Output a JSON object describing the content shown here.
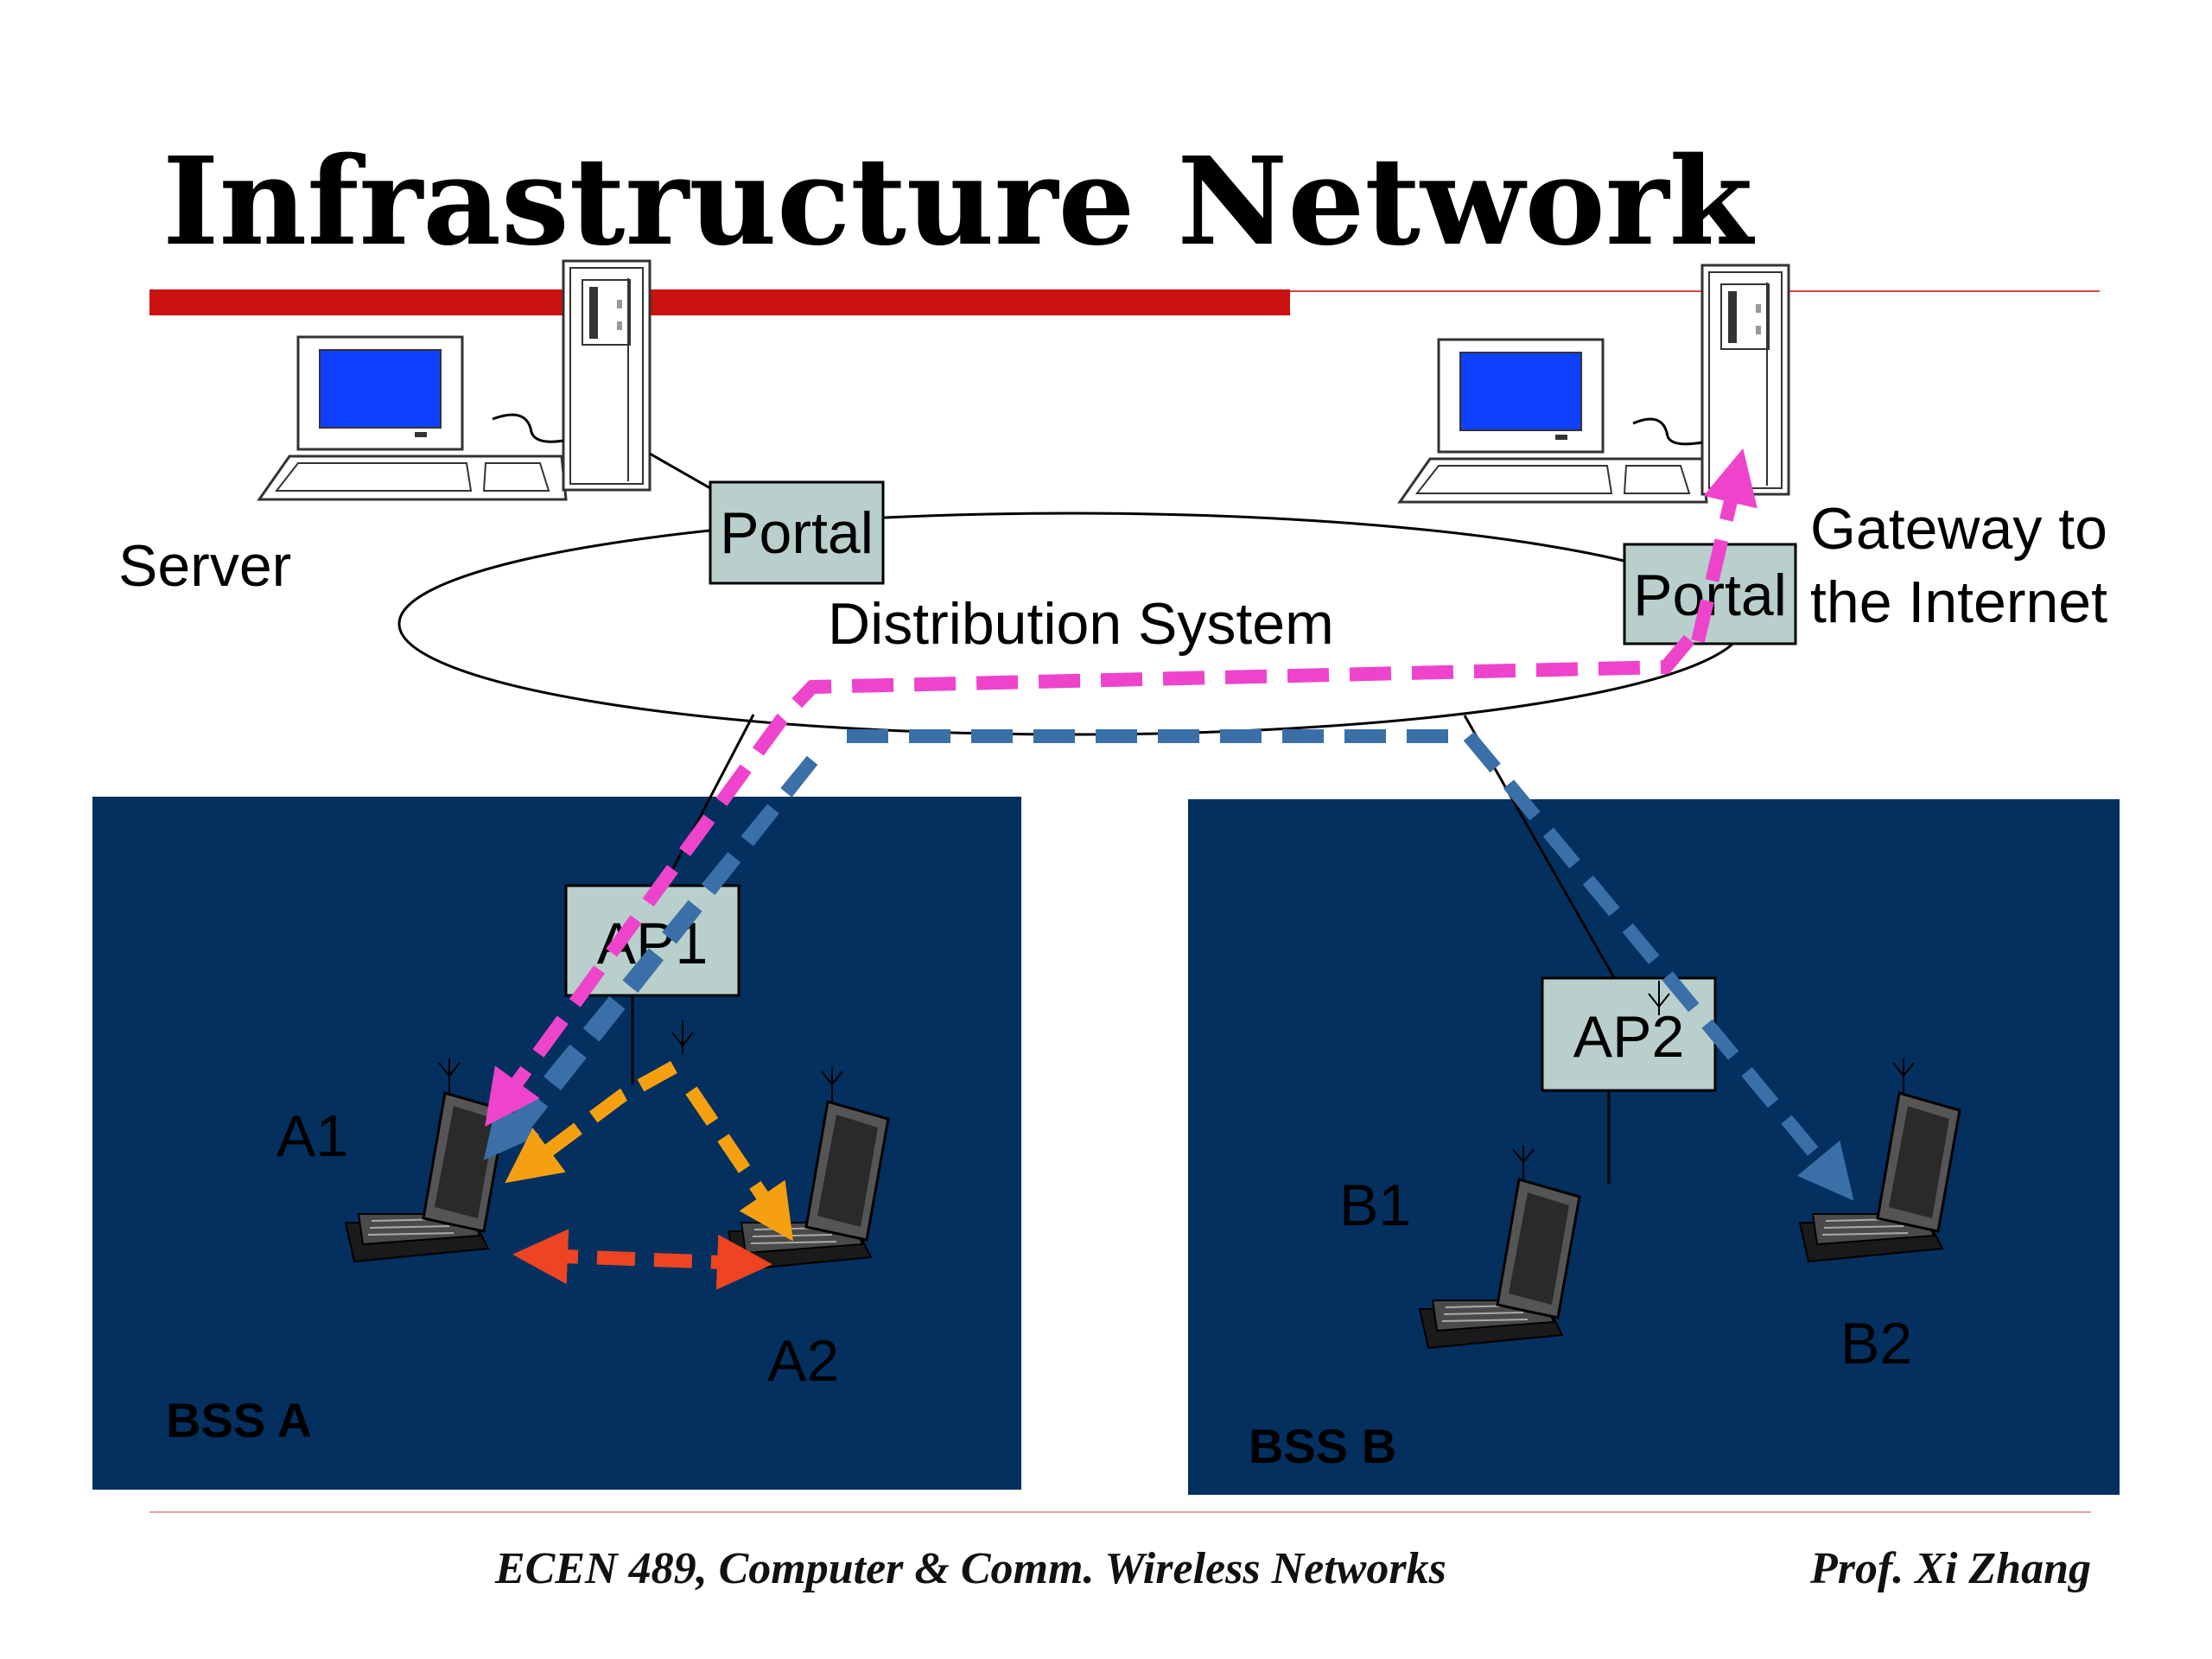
{
  "title": "Infrastructure Network",
  "labels": {
    "server": "Server",
    "gateway_line1": "Gateway to",
    "gateway_line2": "the Internet",
    "distribution_system": "Distribution System",
    "portal_left": "Portal",
    "portal_right": "Portal",
    "ap1": "AP1",
    "ap2": "AP2",
    "a1": "A1",
    "a2": "A2",
    "b1": "B1",
    "b2": "B2",
    "bss_a": "BSS A",
    "bss_b": "BSS B"
  },
  "footer": {
    "course": "ECEN 489, Computer & Comm. Wireless Networks",
    "author": "Prof. Xi Zhang"
  },
  "colors": {
    "bss_fill": "#03305f",
    "box_fill": "#b8cfcc",
    "accent_red": "#cc1111",
    "path_magenta": "#ee44cc",
    "path_blue": "#3a6fa8",
    "path_orange": "#f5a011",
    "path_red": "#ee4422",
    "monitor_screen": "#1040ff"
  },
  "icons": [
    "desktop-computer-icon",
    "tower-computer-icon",
    "laptop-icon",
    "antenna-icon",
    "arrow-icon"
  ]
}
